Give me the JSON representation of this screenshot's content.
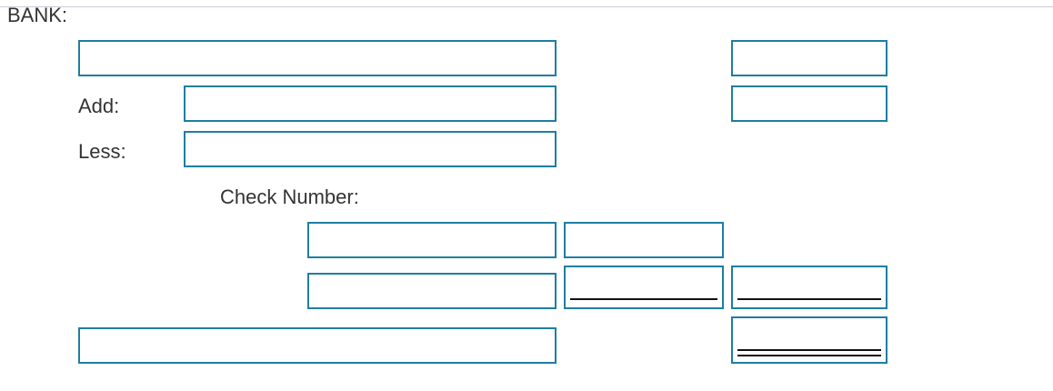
{
  "form": {
    "bank_label": "BANK:",
    "add_label": "Add:",
    "less_label": "Less:",
    "check_number_label": "Check Number:"
  },
  "fields": {
    "bank_balance_description": "",
    "bank_balance_amount": "",
    "add_description": "",
    "add_amount": "",
    "less_description": "",
    "check_number_1": "",
    "check_amount_1": "",
    "check_number_2": "",
    "check_amount_2": "",
    "less_total": "",
    "adjusted_balance_description": "",
    "adjusted_balance_amount": ""
  },
  "colors": {
    "field_border": "#1f7ea1",
    "label_text": "#333333",
    "top_rule": "#c9c9dd"
  }
}
